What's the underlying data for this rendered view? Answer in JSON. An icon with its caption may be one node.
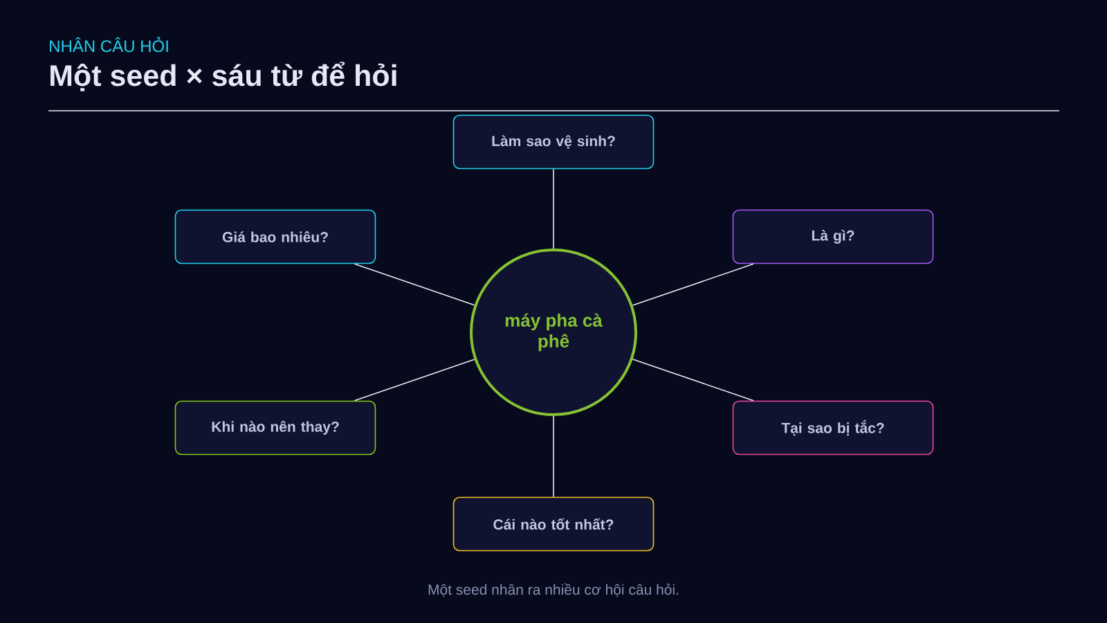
{
  "diagram": {
    "title": "Một seed × sáu từ để hỏi",
    "caption": "Một seed nhân ra nhiều cơ hội câu hỏi.",
    "nodes": [
      {
        "text": [
          "Làm sao vệ sinh?"
        ]
      },
      {
        "text": [
          "Giá bao nhiêu?"
        ]
      },
      {
        "text": [
          "Là gì?"
        ]
      },
      {
        "text": [
          "máy pha cà phê"
        ]
      },
      {
        "text": [
          "Khi nào nên thay?"
        ]
      },
      {
        "text": [
          "Tại sao bị tắc?"
        ]
      },
      {
        "text": [
          "Cái nào tốt nhất?"
        ]
      }
    ],
    "edges": [
      {
        "from": 3,
        "to": 0,
        "arrow": "none"
      },
      {
        "from": 3,
        "to": 1,
        "arrow": "none"
      },
      {
        "from": 3,
        "to": 2,
        "arrow": "none"
      },
      {
        "from": 3,
        "to": 4,
        "arrow": "none"
      },
      {
        "from": 3,
        "to": 5,
        "arrow": "none"
      },
      {
        "from": 3,
        "to": 6,
        "arrow": "none"
      }
    ],
    "labels": [
      "NHÂN CÂU HỎI"
    ]
  }
}
